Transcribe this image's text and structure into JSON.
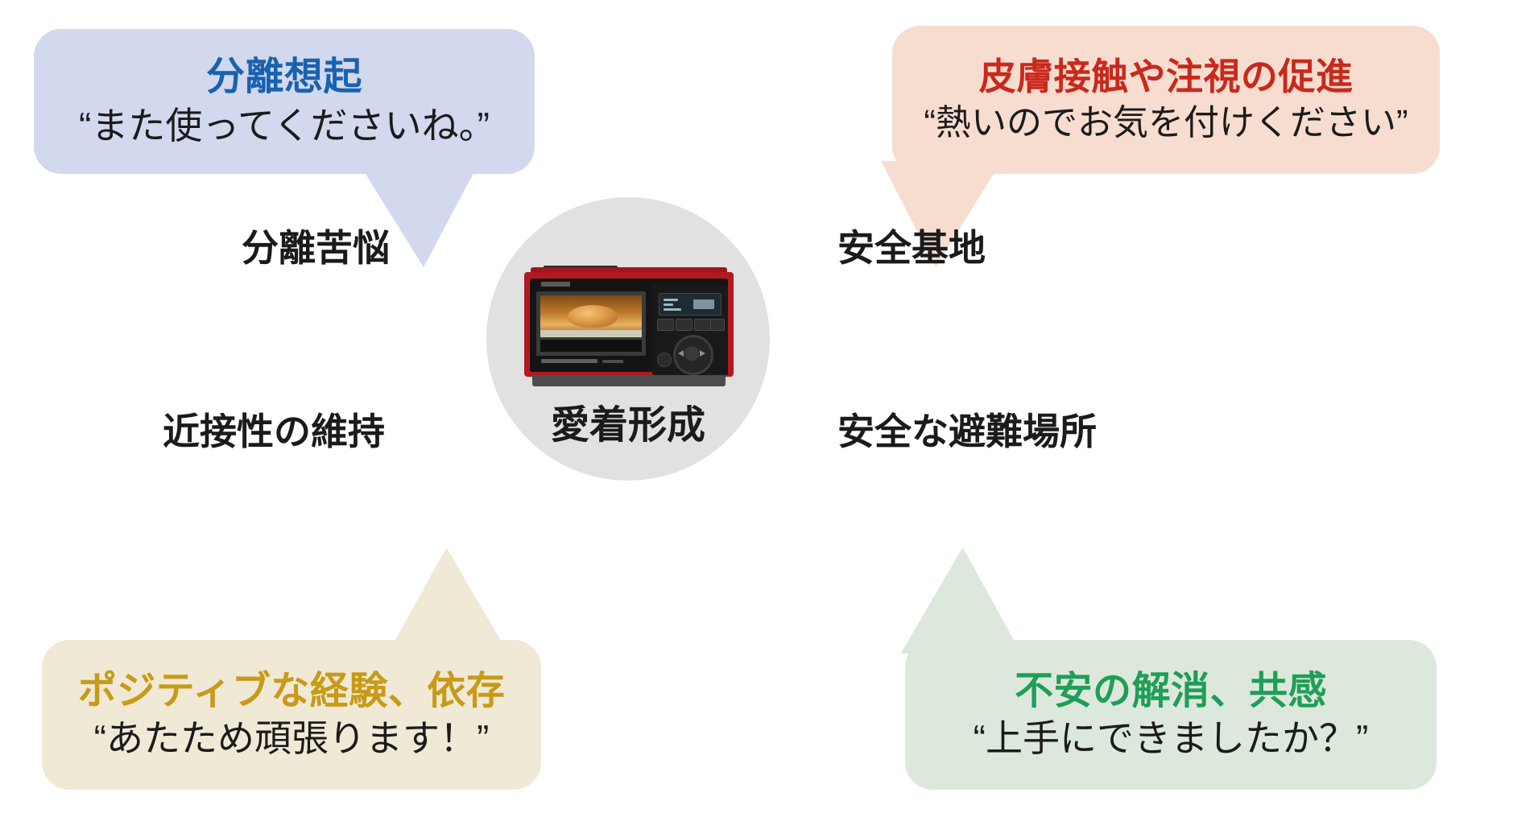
{
  "diagram": {
    "center": {
      "label": "愛着形成",
      "product_alt": "red microwave oven",
      "circle_color": "#e1e1e1"
    },
    "quadrant_labels": [
      {
        "key": "separation_distress",
        "text": "分離苦悩"
      },
      {
        "key": "secure_base",
        "text": "安全基地"
      },
      {
        "key": "proximity_maintenance",
        "text": "近接性の維持"
      },
      {
        "key": "safe_haven",
        "text": "安全な避難場所"
      }
    ],
    "bubbles": [
      {
        "key": "separation_recall",
        "title": "分離想起",
        "quote": "“また使ってくださいね。”",
        "title_color": "#1962b0",
        "fill_color": "#d2d8ed"
      },
      {
        "key": "skin_contact_gaze",
        "title": "皮膚接触や注視の促進",
        "quote": "“熱いのでお気を付けください”",
        "title_color": "#c9291c",
        "fill_color": "#f7ddd0"
      },
      {
        "key": "positive_experience",
        "title": "ポジティブな経験、依存",
        "quote": "“あたため頑張ります！”",
        "title_color": "#c89a17",
        "fill_color": "#f0e9d6"
      },
      {
        "key": "anxiety_relief",
        "title": "不安の解消、共感",
        "quote": "“上手にできましたか？”",
        "title_color": "#1f9e56",
        "fill_color": "#dde8dd"
      }
    ]
  }
}
